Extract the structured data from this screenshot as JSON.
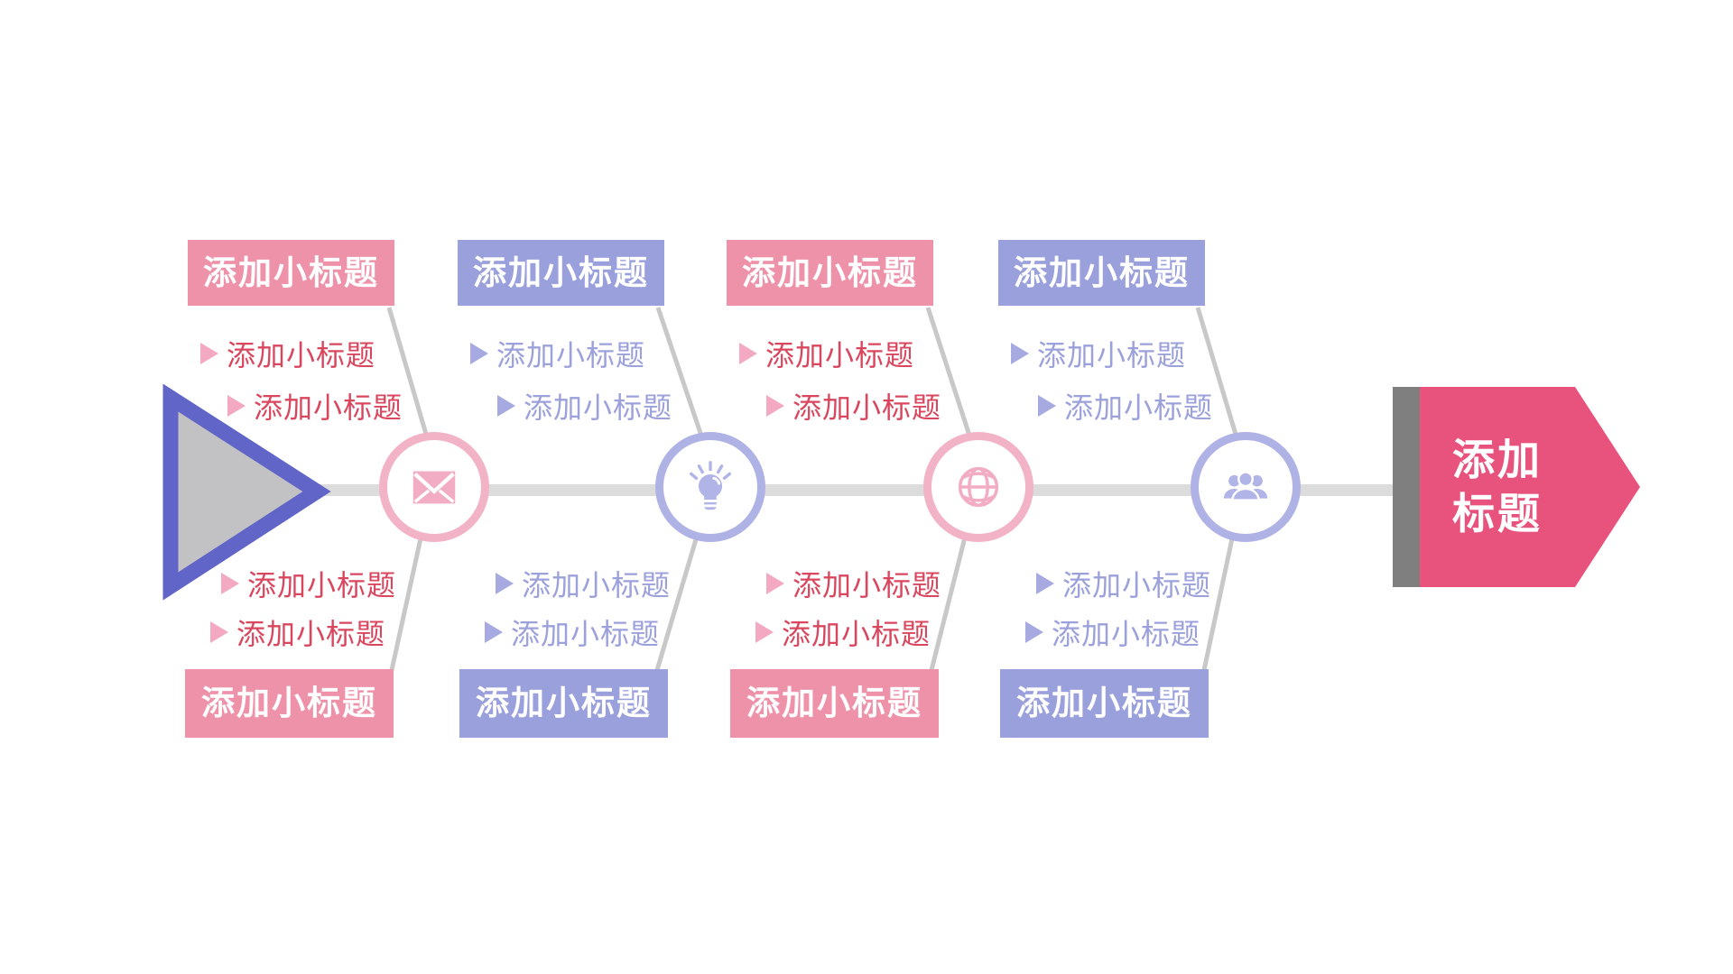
{
  "slide": {
    "title_arrow": {
      "lines": [
        "添加",
        "标题"
      ]
    },
    "groups": [
      {
        "variant": "pink",
        "icon": "envelope-icon",
        "top_title": "添加小标题",
        "top_bullets": [
          "添加小标题",
          "添加小标题"
        ],
        "bottom_bullets": [
          "添加小标题",
          "添加小标题"
        ],
        "bottom_title": "添加小标题"
      },
      {
        "variant": "purple",
        "icon": "lightbulb-icon",
        "top_title": "添加小标题",
        "top_bullets": [
          "添加小标题",
          "添加小标题"
        ],
        "bottom_bullets": [
          "添加小标题",
          "添加小标题"
        ],
        "bottom_title": "添加小标题"
      },
      {
        "variant": "pink",
        "icon": "globe-icon",
        "top_title": "添加小标题",
        "top_bullets": [
          "添加小标题",
          "添加小标题"
        ],
        "bottom_bullets": [
          "添加小标题",
          "添加小标题"
        ],
        "bottom_title": "添加小标题"
      },
      {
        "variant": "purple",
        "icon": "people-icon",
        "top_title": "添加小标题",
        "top_bullets": [
          "添加小标题",
          "添加小标题"
        ],
        "bottom_bullets": [
          "添加小标题",
          "添加小标题"
        ],
        "bottom_title": "添加小标题"
      }
    ],
    "colors": {
      "pink_box": "#EE92AA",
      "purple_box": "#9AA0DB",
      "pink_bullet_text": "#D9475F",
      "purple_bullet_text": "#9CA1DB",
      "pink_bullet_triangle": "#F3A9C2",
      "purple_bullet_triangle": "#A6AAE1",
      "pink_ring": "#F3B3C6",
      "purple_ring": "#AFB2E5",
      "arrow_pink": "#E8537D",
      "arrow_bar_gray": "#7F7F7F",
      "spine_gray": "#DCDCDC",
      "rib_gray": "#C8C8C8",
      "triangle_border": "#6165C7",
      "triangle_fill": "#C2C2C4"
    }
  }
}
